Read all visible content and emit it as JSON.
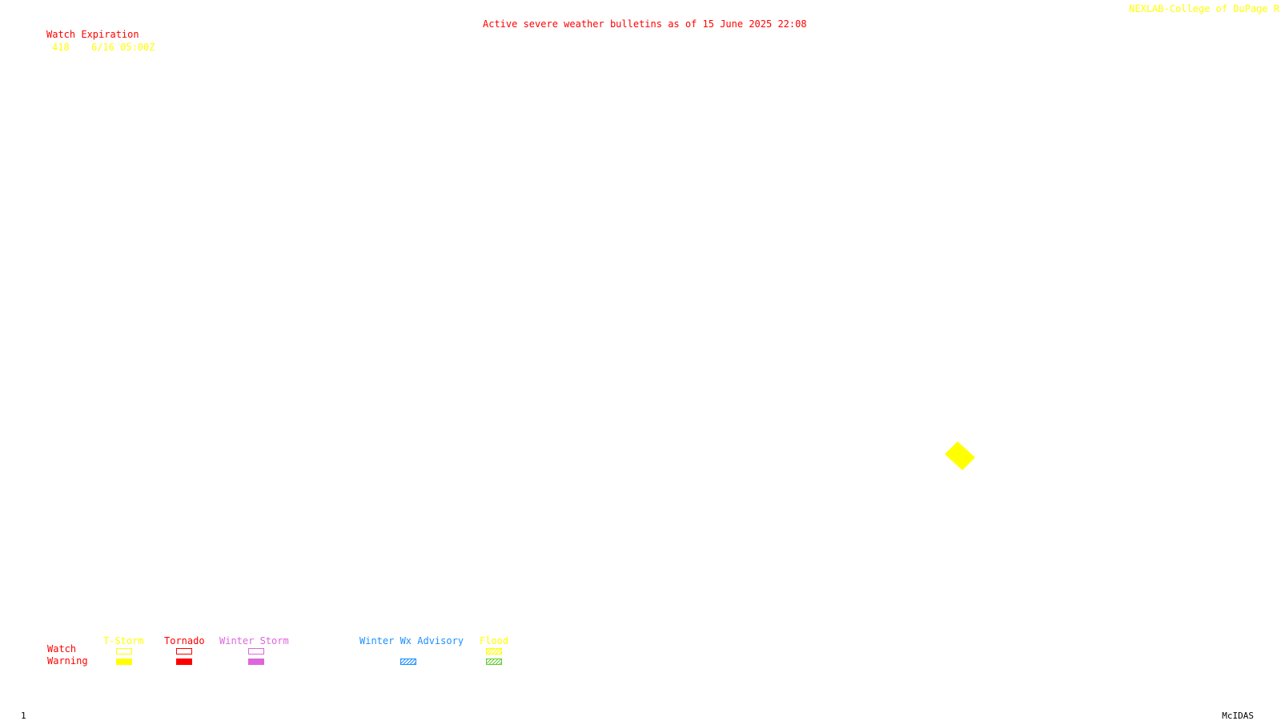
{
  "header": {
    "bulletin_title": "Active severe weather bulletins as of 15 June 2025 22:08",
    "credit": "NEXLAB-College of DuPage R"
  },
  "watch_expiration": {
    "heading": "Watch Expiration",
    "entries": [
      {
        "number": "418",
        "expires": "6/16 05:00Z"
      }
    ]
  },
  "map": {
    "areas": [
      {
        "type": "tornado-warning",
        "fill": "#ffff00"
      }
    ]
  },
  "legend": {
    "row_watch": "Watch",
    "row_warning": "Warning",
    "categories": [
      {
        "label": "T-Storm",
        "color": "#ffff00"
      },
      {
        "label": "Tornado",
        "color": "#ff0000"
      },
      {
        "label": "Winter Storm",
        "color": "#dd66dd"
      },
      {
        "label": "Winter Wx Advisory",
        "color": "#1e90ff"
      },
      {
        "label": "Flood",
        "color": "#ffff00",
        "warning_color": "#66cc33"
      }
    ]
  },
  "footer": {
    "frame_number": "1",
    "software": "McIDAS"
  },
  "colors": {
    "background": "#ffffff",
    "title": "#ff0000",
    "credit": "#ffff00",
    "tstorm": "#ffff00",
    "tornado": "#ff0000",
    "winter_storm": "#dd66dd",
    "winter_advisory": "#1e90ff",
    "flood_watch": "#ffff00",
    "flood_warning": "#66cc33"
  }
}
